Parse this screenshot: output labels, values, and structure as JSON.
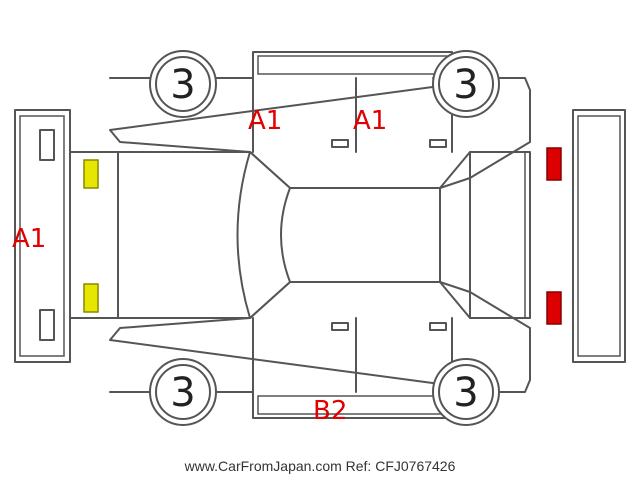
{
  "damage_codes": {
    "left_bumper": "A1",
    "top_front_door": "A1",
    "top_rear_door": "A1",
    "bottom_rocker": "B2"
  },
  "wheel_marks": {
    "top_left": "3",
    "top_right": "3",
    "bottom_left": "3",
    "bottom_right": "3"
  },
  "light_colors": {
    "front": "#e6e600",
    "rear": "#dd0000"
  },
  "footer": "www.CarFromJapan.com Ref: CFJ0767426"
}
